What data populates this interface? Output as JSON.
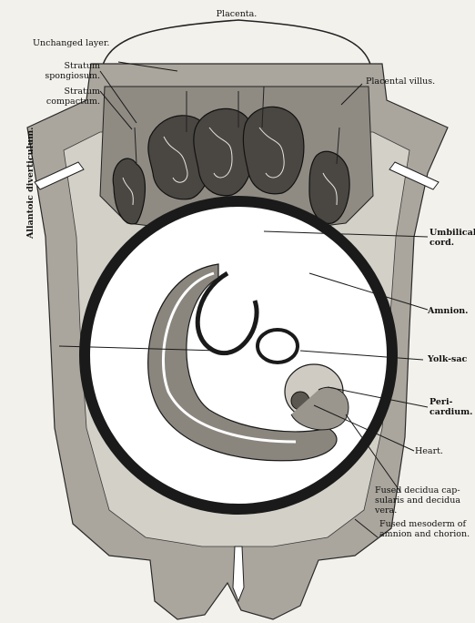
{
  "labels": {
    "placenta": "Placenta.",
    "unchanged_layer": "Unchanged layer.",
    "stratum_spongiosum_1": "Stratum",
    "stratum_spongiosum_2": "spongiosum.",
    "stratum_compactum_1": "Stratum",
    "stratum_compactum_2": "compactum.",
    "placental_villus": "Placental villus.",
    "umbilical_cord_1": "Umbilical",
    "umbilical_cord_2": "cord.",
    "amnion": "Amnion.",
    "yolk_sac": "Yolk-sac",
    "pericardium_1": "Peri-",
    "pericardium_2": "cardium.",
    "heart": "Heart.",
    "fused_decidua_1": "Fused decidua cap-",
    "fused_decidua_2": "sularis and decidua",
    "fused_decidua_3": "vera.",
    "fused_mesoderm_1": "Fused mesoderm of",
    "fused_mesoderm_2": "amnion and chorion.",
    "allantoic_diverticulum": "Allantoic diverticulum."
  },
  "colors": {
    "background": "#f3f1ec",
    "decidua_outer": "#a9a59c",
    "decidua_inner": "#d2cfc6",
    "placenta_band": "#8f8b83",
    "chorion_ring": "#1a1a1a",
    "villus": "#4a4742",
    "amniotic_cavity": "#ffffff",
    "ink": "#111111"
  }
}
